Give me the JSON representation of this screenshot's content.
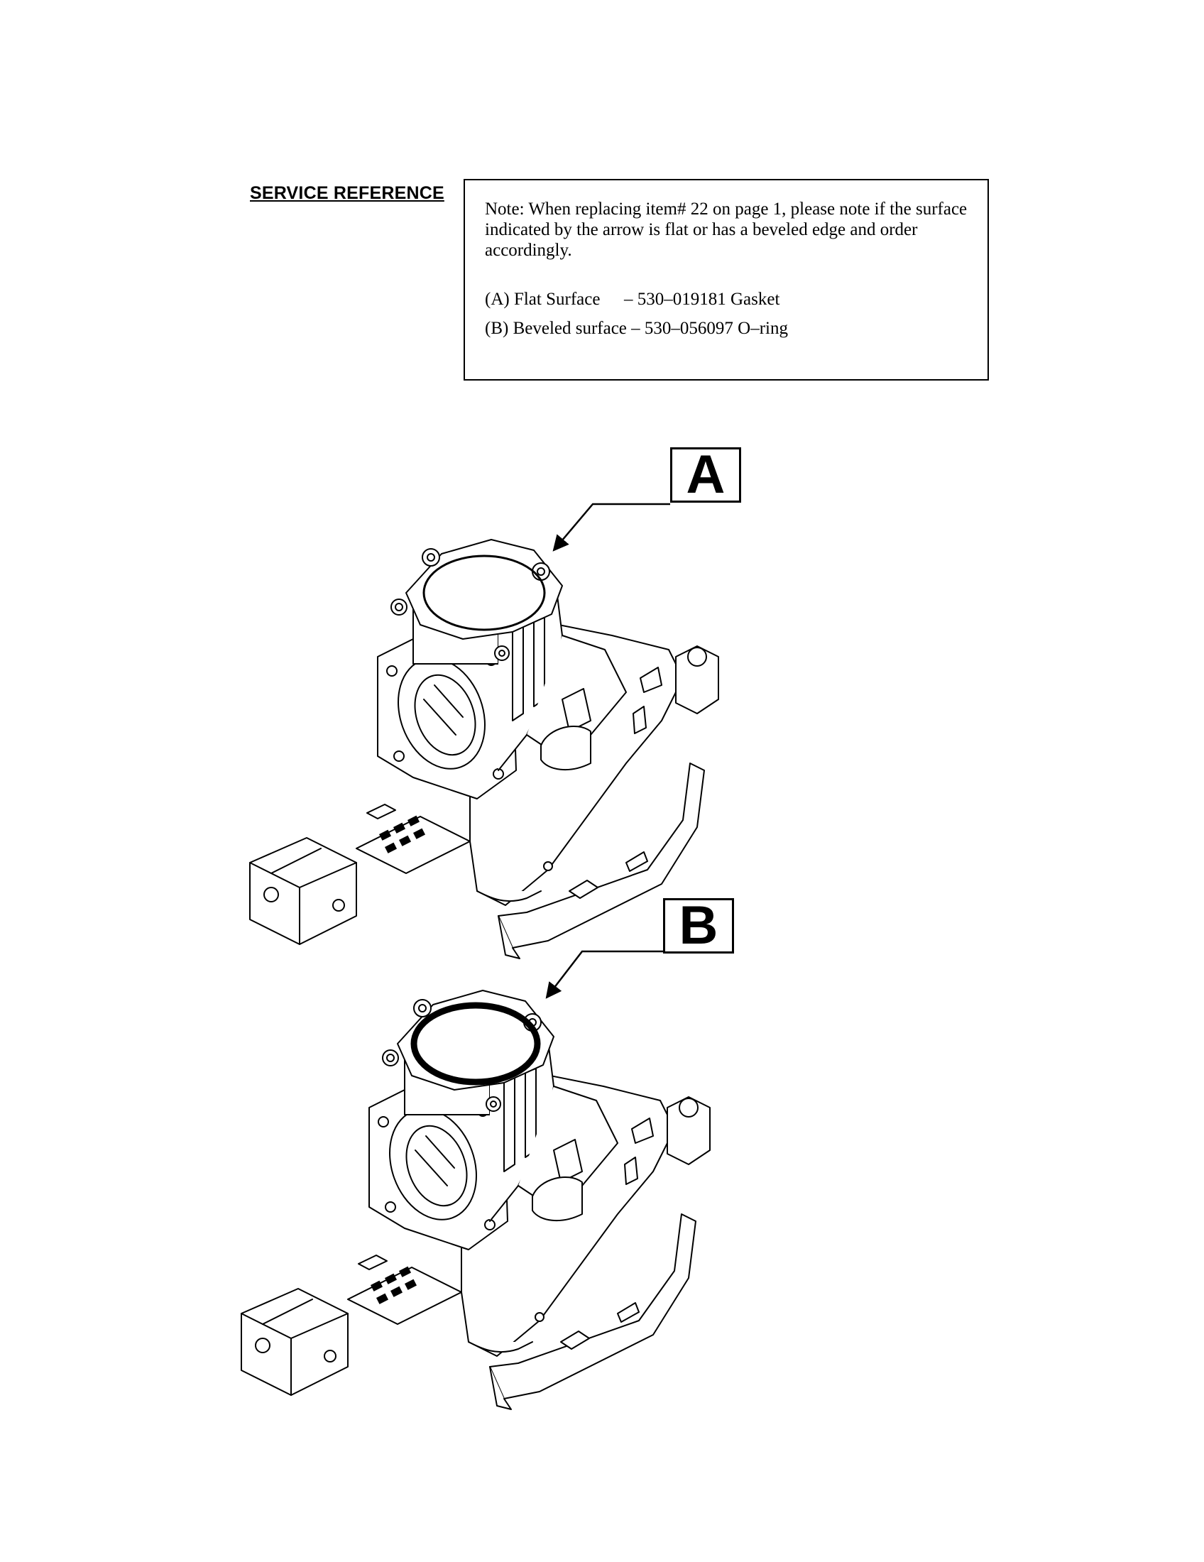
{
  "section_title": "SERVICE REFERENCE",
  "note": {
    "text": "Note: When replacing item# 22 on page 1, please note if the surface indicated by the arrow is flat or has a beveled edge and order accordingly.",
    "option_a_label": "(A) Flat Surface",
    "option_a_part": "– 530–019181 Gasket",
    "option_b_label": "(B) Beveled surface",
    "option_b_part": "– 530–056097 O–ring"
  },
  "figures": [
    {
      "label": "A",
      "surface": "flat"
    },
    {
      "label": "B",
      "surface": "beveled"
    }
  ],
  "colors": {
    "ink": "#000000",
    "paper": "#ffffff"
  }
}
